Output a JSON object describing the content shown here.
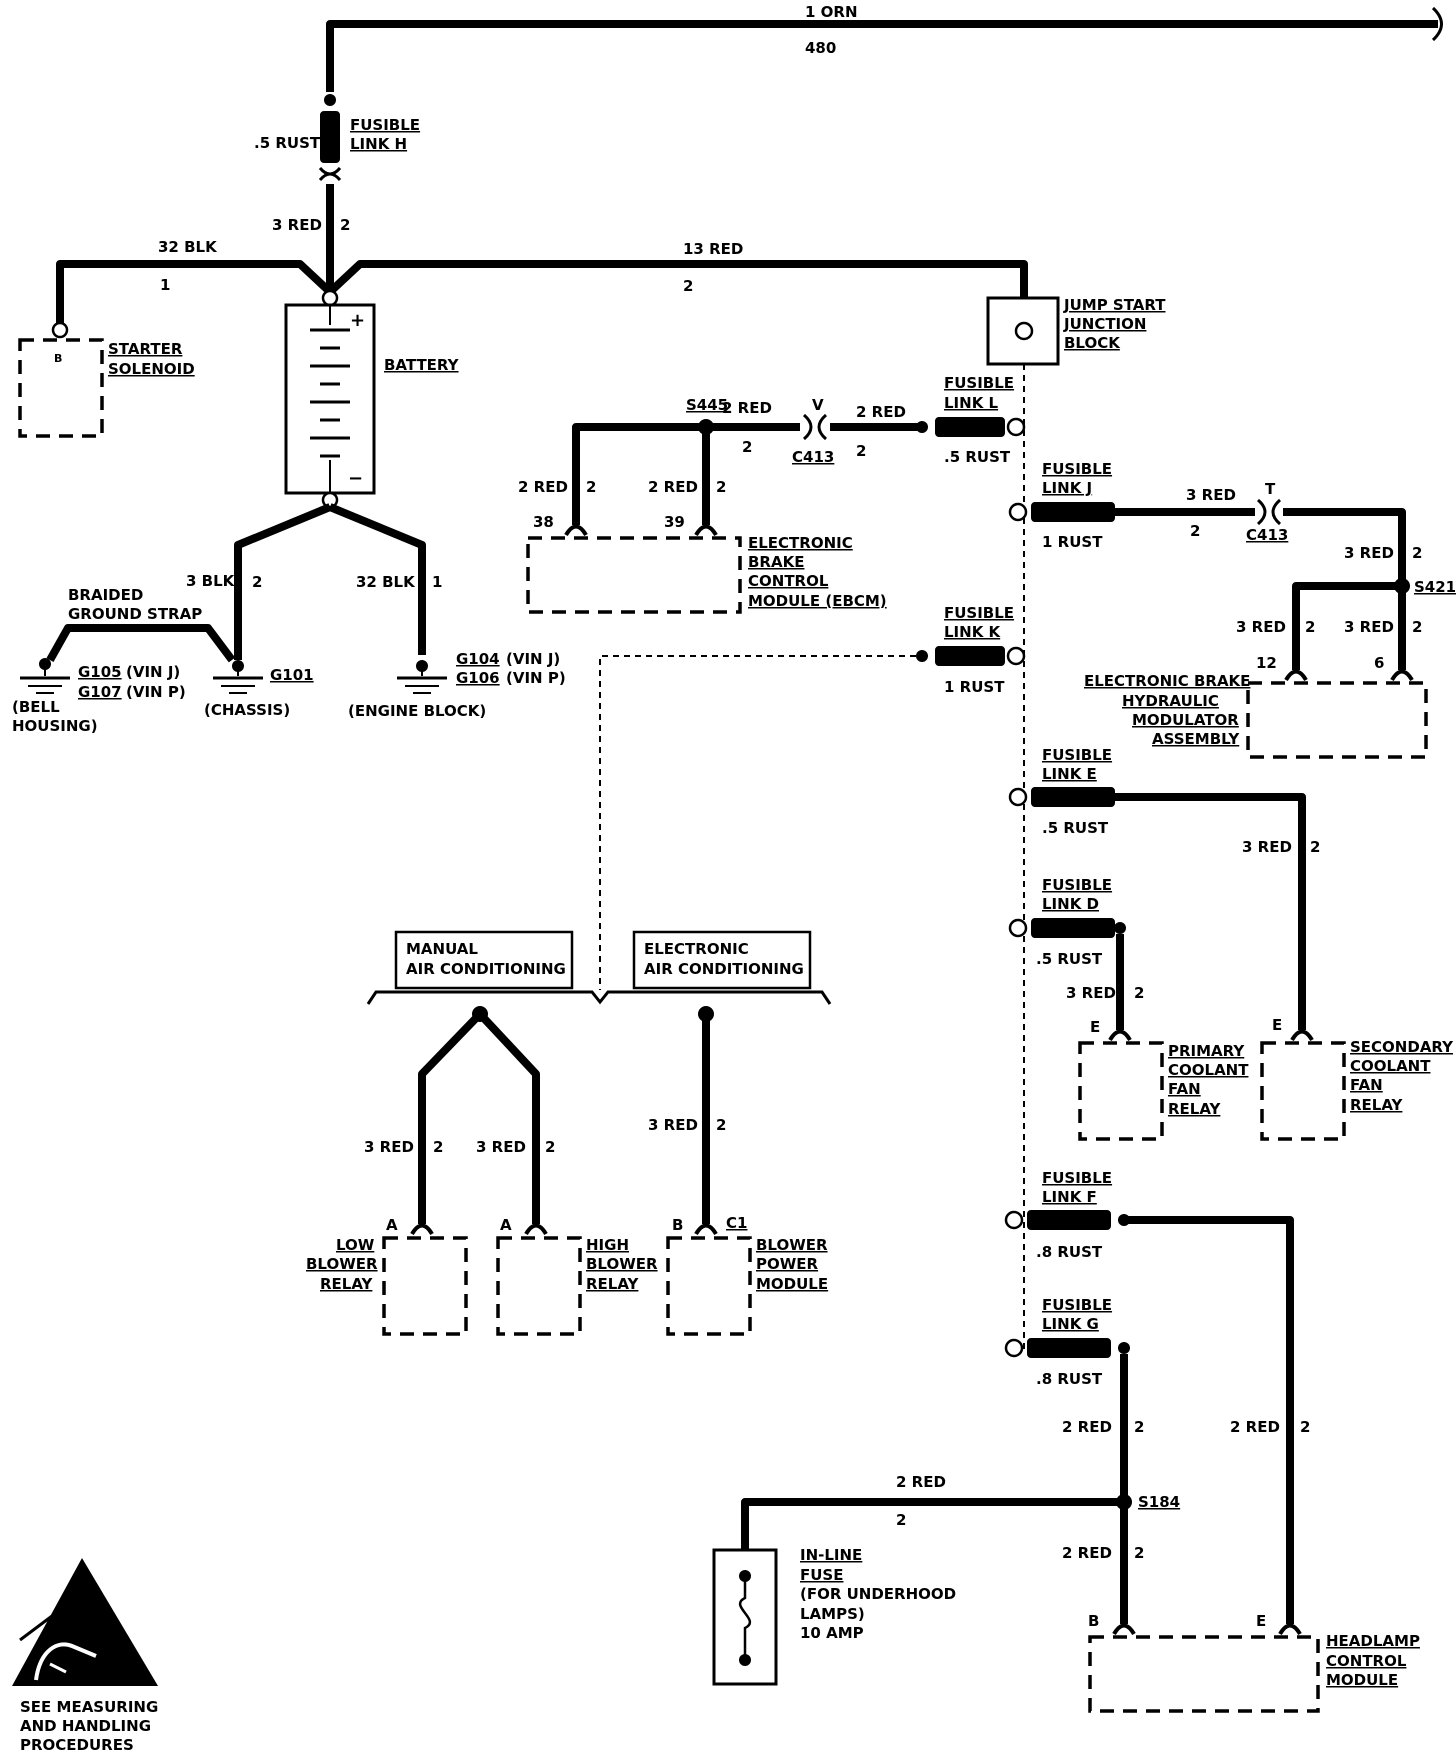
{
  "wires": {
    "top_orn": {
      "color": "1 ORN",
      "circuit": "480"
    },
    "fusible_h_wire": ".5 RUST",
    "batt_pos_wire": {
      "color": "3 RED",
      "circuit": "2"
    },
    "starter_wire": {
      "color": "32 BLK",
      "circuit": "1"
    },
    "jump_wire": {
      "color": "13 RED",
      "circuit": "2"
    },
    "ground_chassis_wire": {
      "color": "3 BLK",
      "circuit": "2"
    },
    "ground_engine_wire": {
      "color": "32 BLK",
      "circuit": "1"
    },
    "ebcm_38_wire": {
      "color": "2 RED",
      "circuit": "2"
    },
    "ebcm_39_wire": {
      "color": "2 RED",
      "circuit": "2"
    },
    "s445_to_c413": {
      "color": "2 RED",
      "circuit": "2"
    },
    "c413_to_l": {
      "color": "2 RED",
      "circuit": "2"
    },
    "link_j_to_c413": {
      "color": "3 RED",
      "circuit": "2"
    },
    "c413_to_s421": {
      "color": "3 RED",
      "circuit": "2"
    },
    "s421_to_12": {
      "color": "3 RED",
      "circuit": "2"
    },
    "s421_to_6": {
      "color": "3 RED",
      "circuit": "2"
    },
    "link_e_wire": {
      "color": "3 RED",
      "circuit": "2"
    },
    "link_d_wire": {
      "color": "3 RED",
      "circuit": "2"
    },
    "low_blower_wire": {
      "color": "3 RED",
      "circuit": "2"
    },
    "high_blower_wire": {
      "color": "3 RED",
      "circuit": "2"
    },
    "blower_module_wire": {
      "color": "3 RED",
      "circuit": "2"
    },
    "link_g_wire": {
      "color": "2 RED",
      "circuit": "2"
    },
    "link_f_wire": {
      "color": "2 RED",
      "circuit": "2"
    },
    "s184_to_fuse": {
      "color": "2 RED",
      "circuit": "2"
    },
    "s184_to_b": {
      "color": "2 RED",
      "circuit": "2"
    }
  },
  "fusible_links": {
    "h": {
      "label": [
        "FUSIBLE",
        "LINK H"
      ]
    },
    "l": {
      "label": [
        "FUSIBLE",
        "LINK L"
      ],
      "wire": ".5 RUST"
    },
    "j": {
      "label": [
        "FUSIBLE",
        "LINK J"
      ],
      "wire": "1 RUST"
    },
    "k": {
      "label": [
        "FUSIBLE",
        "LINK K"
      ],
      "wire": "1 RUST"
    },
    "e": {
      "label": [
        "FUSIBLE",
        "LINK E"
      ],
      "wire": ".5 RUST"
    },
    "d": {
      "label": [
        "FUSIBLE",
        "LINK D"
      ],
      "wire": ".5 RUST"
    },
    "f": {
      "label": [
        "FUSIBLE",
        "LINK F"
      ],
      "wire": ".8 RUST"
    },
    "g": {
      "label": [
        "FUSIBLE",
        "LINK G"
      ],
      "wire": ".8 RUST"
    }
  },
  "components": {
    "starter": {
      "label": [
        "STARTER",
        "SOLENOID"
      ],
      "pin": "B"
    },
    "battery": {
      "label": "BATTERY",
      "plus": "+",
      "minus": "−"
    },
    "jump_block": {
      "label": [
        "JUMP START",
        "JUNCTION",
        "BLOCK"
      ]
    },
    "ebcm": {
      "label": [
        "ELECTRONIC",
        "BRAKE",
        "CONTROL",
        "MODULE (EBCM)"
      ],
      "pins": [
        "38",
        "39"
      ]
    },
    "ebhm": {
      "label": [
        "ELECTRONIC BRAKE",
        "HYDRAULIC",
        "MODULATOR",
        "ASSEMBLY"
      ],
      "pins": [
        "12",
        "6"
      ]
    },
    "primary_fan": {
      "label": [
        "PRIMARY",
        "COOLANT",
        "FAN",
        "RELAY"
      ],
      "pin": "E"
    },
    "secondary_fan": {
      "label": [
        "SECONDARY",
        "COOLANT",
        "FAN",
        "RELAY"
      ],
      "pin": "E"
    },
    "low_blower": {
      "label": [
        "LOW",
        "BLOWER",
        "RELAY"
      ],
      "pin": "A"
    },
    "high_blower": {
      "label": [
        "HIGH",
        "BLOWER",
        "RELAY"
      ],
      "pin": "A"
    },
    "blower_module": {
      "label": [
        "BLOWER",
        "POWER",
        "MODULE"
      ],
      "pin": "B",
      "connector": "C1"
    },
    "inline_fuse": {
      "label": [
        "IN-LINE",
        "FUSE",
        "(FOR UNDERHOOD",
        "LAMPS)",
        "10 AMP"
      ]
    },
    "headlamp": {
      "label": [
        "HEADLAMP",
        "CONTROL",
        "MODULE"
      ],
      "pins": [
        "B",
        "E"
      ]
    },
    "manual_ac": {
      "label": [
        "MANUAL",
        "AIR CONDITIONING"
      ]
    },
    "electronic_ac": {
      "label": [
        "ELECTRONIC",
        "AIR CONDITIONING"
      ]
    }
  },
  "splices": {
    "s445": "S445",
    "s421": "S421",
    "s184": "S184"
  },
  "connectors": {
    "c413_a": {
      "id": "C413",
      "cavity": "V"
    },
    "c413_b": {
      "id": "C413",
      "cavity": "T"
    }
  },
  "grounds": {
    "g105": {
      "line1": "G105",
      "line1_suffix": "(VIN J)",
      "line2": "G107",
      "line2_suffix": "(VIN P)",
      "loc": [
        "(BELL",
        "HOUSING)"
      ]
    },
    "g101": {
      "id": "G101",
      "loc": "(CHASSIS)"
    },
    "g104": {
      "line1": "G104",
      "line1_suffix": "(VIN J)",
      "line2": "G106",
      "line2_suffix": "(VIN P)",
      "loc": "(ENGINE BLOCK)"
    },
    "strap": [
      "BRAIDED",
      "GROUND STRAP"
    ]
  },
  "esd_note": [
    "SEE MEASURING",
    "AND HANDLING",
    "PROCEDURES"
  ]
}
